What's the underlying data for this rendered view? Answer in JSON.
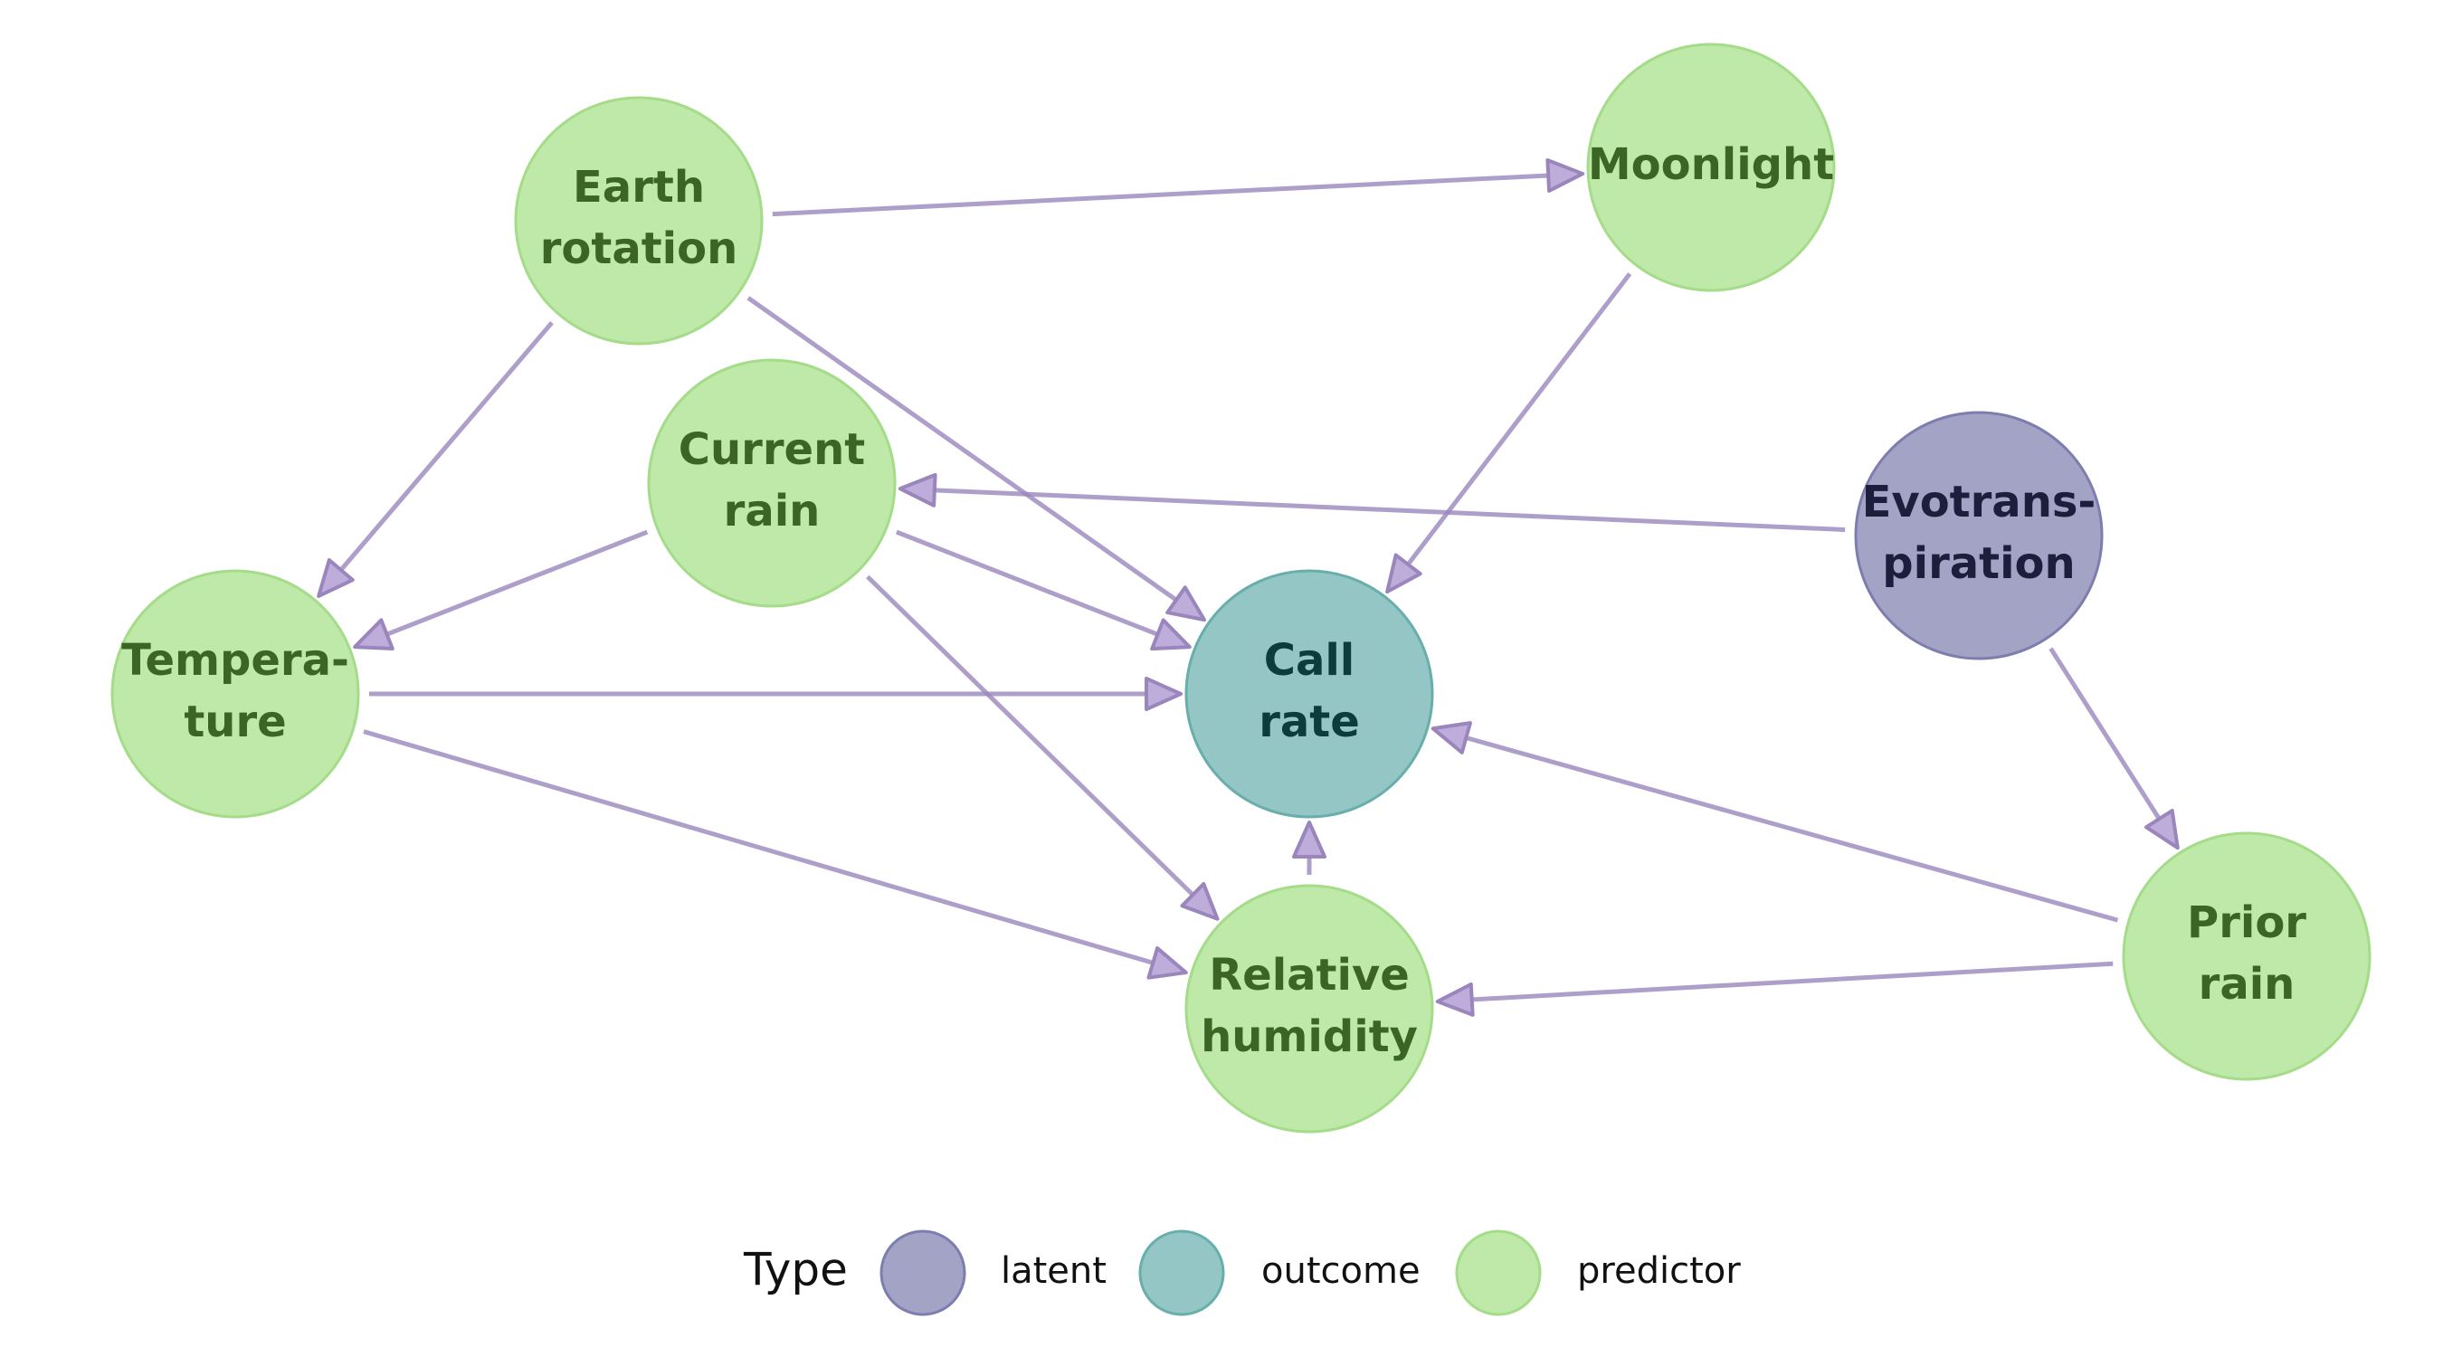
{
  "node_types": {
    "latent": {
      "fill": "#a3a3c6",
      "stroke": "#7d7daf",
      "text": "#1e1e3c"
    },
    "outcome": {
      "fill": "#93c6c4",
      "stroke": "#68aeab",
      "text": "#0c3c3c"
    },
    "predictor": {
      "fill": "#bfe9a8",
      "stroke": "#a4dc89",
      "text": "#3c6424"
    }
  },
  "edge_color": "#9a86bd",
  "arrowhead_color": "#b39fd4",
  "nodes": [
    {
      "id": "earth-rotation",
      "lines": [
        "Earth",
        "rotation"
      ],
      "type": "predictor"
    },
    {
      "id": "moonlight",
      "lines": [
        "Moonlight"
      ],
      "type": "predictor"
    },
    {
      "id": "current-rain",
      "lines": [
        "Current",
        "rain"
      ],
      "type": "predictor"
    },
    {
      "id": "evotranspiration",
      "lines": [
        "Evotrans-",
        "piration"
      ],
      "type": "latent"
    },
    {
      "id": "temperature",
      "lines": [
        "Tempera-",
        "ture"
      ],
      "type": "predictor"
    },
    {
      "id": "call-rate",
      "lines": [
        "Call",
        "rate"
      ],
      "type": "outcome"
    },
    {
      "id": "relative-humidity",
      "lines": [
        "Relative",
        "humidity"
      ],
      "type": "predictor"
    },
    {
      "id": "prior-rain",
      "lines": [
        "Prior",
        "rain"
      ],
      "type": "predictor"
    }
  ],
  "edges": [
    {
      "from": "earth-rotation",
      "to": "moonlight"
    },
    {
      "from": "earth-rotation",
      "to": "temperature"
    },
    {
      "from": "earth-rotation",
      "to": "call-rate"
    },
    {
      "from": "moonlight",
      "to": "call-rate"
    },
    {
      "from": "evotranspiration",
      "to": "current-rain"
    },
    {
      "from": "evotranspiration",
      "to": "prior-rain"
    },
    {
      "from": "current-rain",
      "to": "temperature"
    },
    {
      "from": "current-rain",
      "to": "call-rate"
    },
    {
      "from": "current-rain",
      "to": "relative-humidity"
    },
    {
      "from": "temperature",
      "to": "call-rate"
    },
    {
      "from": "temperature",
      "to": "relative-humidity"
    },
    {
      "from": "relative-humidity",
      "to": "call-rate"
    },
    {
      "from": "prior-rain",
      "to": "call-rate"
    },
    {
      "from": "prior-rain",
      "to": "relative-humidity"
    }
  ],
  "legend": {
    "title": "Type",
    "items": [
      {
        "type": "latent",
        "label": "latent"
      },
      {
        "type": "outcome",
        "label": "outcome"
      },
      {
        "type": "predictor",
        "label": "predictor"
      }
    ]
  }
}
